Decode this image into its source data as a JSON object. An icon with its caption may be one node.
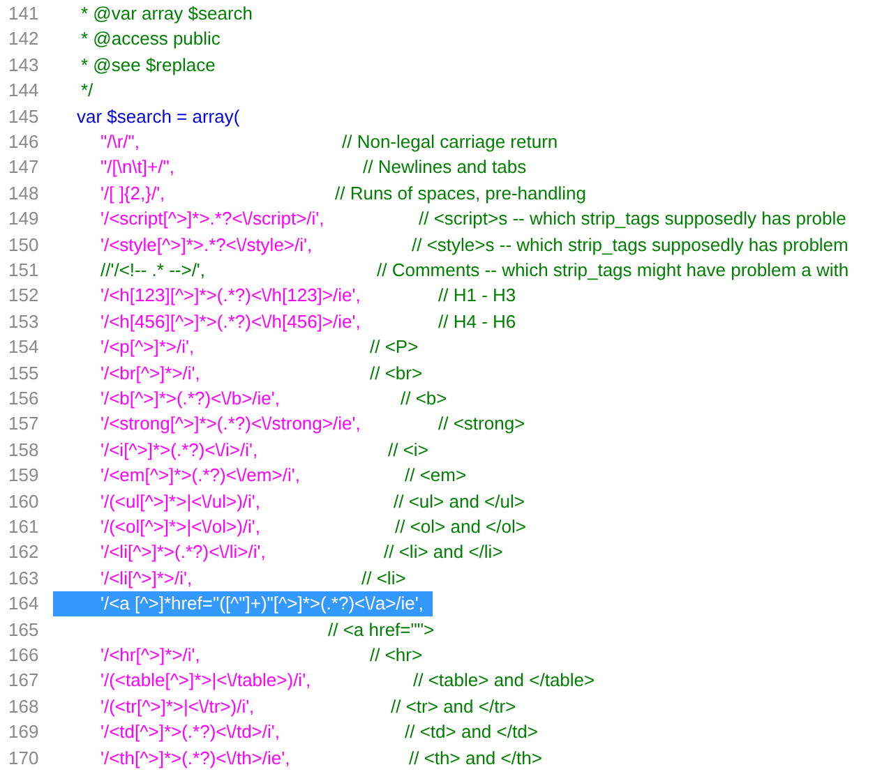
{
  "diagram": {
    "labels": [
      "141",
      "* @var array $search",
      "142",
      "* @access public",
      "143",
      "* @see $replace",
      "144",
      "*/",
      "145",
      "var $search = array(",
      "146",
      "\"/\\r/\",",
      "// Non-legal carriage return",
      "147",
      "\"/[\\n\\t]+/\",",
      "// Newlines and tabs",
      "148",
      "'/[ ]{2,}/',",
      "// Runs of spaces, pre-handling",
      "149",
      "'/<script[^>]*>.*?<\\/script>/i',",
      "// <script>s -- which strip_tags supposedly has proble",
      "150",
      "'/<style[^>]*>.*?<\\/style>/i',",
      "// <style>s -- which strip_tags supposedly has problem",
      "151",
      "//'/<!-- .* -->/',",
      "// Comments -- which strip_tags might have problem a with",
      "152",
      "'/<h[123][^>]*>(.*?)<\\/h[123]>/ie',",
      "// H1 - H3",
      "153",
      "'/<h[456][^>]*>(.*?)<\\/h[456]>/ie',",
      "// H4 - H6",
      "154",
      "'/<p[^>]*>/i',",
      "// <P>",
      "155",
      "'/<br[^>]*>/i',",
      "// <br>",
      "156",
      "'/<b[^>]*>(.*?)<\\/b>/ie',",
      "// <b>",
      "157",
      "'/<strong[^>]*>(.*?)<\\/strong>/ie',",
      "// <strong>",
      "158",
      "'/<i[^>]*>(.*?)<\\/i>/i',",
      "// <i>",
      "159",
      "'/<em[^>]*>(.*?)<\\/em>/i',",
      "// <em>",
      "160",
      "'/(<ul[^>]*>|<\\/ul>)/i',",
      "// <ul> and </ul>",
      "161",
      "'/(<ol[^>]*>|<\\/ol>)/i',",
      "// <ol> and </ol>",
      "162",
      "'/<li[^>]*>(.*?)<\\/li>/i',",
      "// <li> and </li>",
      "163",
      "'/<li[^>]*>/i',",
      "// <li>",
      "164",
      "'/<a [^>]*href=\"([^\"]+)\"[^>]*>(.*?)<\\/a>/ie',",
      "165",
      "// <a href=\"\">",
      "166",
      "'/<hr[^>]*>/i',",
      "// <hr>",
      "167",
      "'/(<table[^>]*>|<\\/table>)/i',",
      "// <table> and </table>",
      "168",
      "'/(<tr[^>]*>|<\\/tr>)/i',",
      "// <tr> and </tr>",
      "169",
      "'/<td[^>]*>(.*?)<\\/td>/i',",
      "// <td> and </td>",
      "170",
      "'/<th[^>]*>(.*?)<\\/th>/ie',",
      "// <th> and </th>"
    ]
  }
}
